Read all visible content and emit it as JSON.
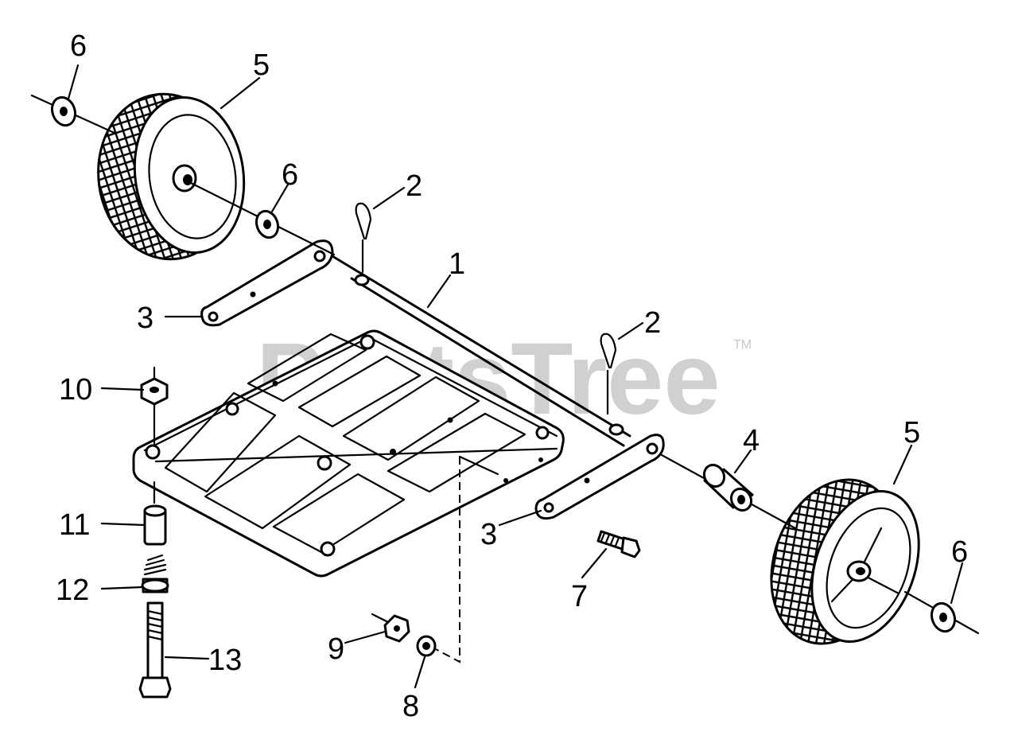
{
  "watermark": {
    "text": "PartsTree",
    "trademark": "TM"
  },
  "callouts": {
    "c1": "1",
    "c2a": "2",
    "c2b": "2",
    "c3a": "3",
    "c3b": "3",
    "c4": "4",
    "c5a": "5",
    "c5b": "5",
    "c6a": "6",
    "c6b": "6",
    "c6c": "6",
    "c7": "7",
    "c8": "8",
    "c9": "9",
    "c10": "10",
    "c11": "11",
    "c12": "12",
    "c13": "13"
  }
}
